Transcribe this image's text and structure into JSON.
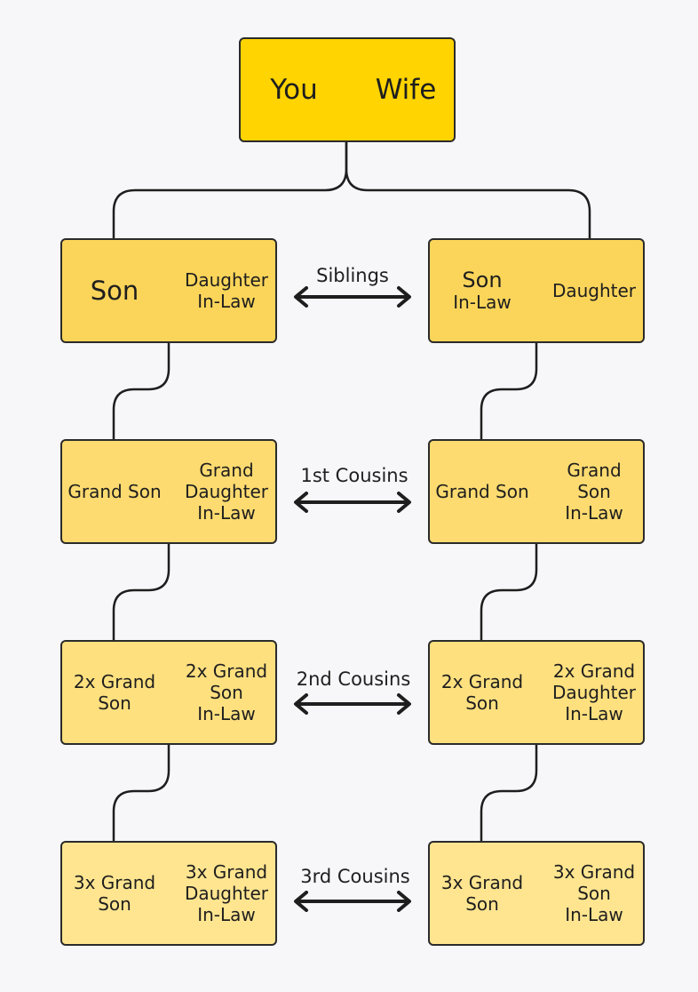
{
  "root": {
    "left": "You",
    "right": "Wife"
  },
  "left_column": [
    {
      "a": [
        "Son"
      ],
      "b": [
        "Daughter",
        "In-Law"
      ]
    },
    {
      "a": [
        "Grand Son"
      ],
      "b": [
        "Grand",
        "Daughter",
        "In-Law"
      ]
    },
    {
      "a": [
        "2x Grand",
        "Son"
      ],
      "b": [
        "2x Grand",
        "Son",
        "In-Law"
      ]
    },
    {
      "a": [
        "3x Grand",
        "Son"
      ],
      "b": [
        "3x Grand",
        "Daughter",
        "In-Law"
      ]
    }
  ],
  "right_column": [
    {
      "a": [
        "Son",
        "In-Law"
      ],
      "b": [
        "Daughter"
      ]
    },
    {
      "a": [
        "Grand Son"
      ],
      "b": [
        "Grand",
        "Son",
        "In-Law"
      ]
    },
    {
      "a": [
        "2x Grand",
        "Son"
      ],
      "b": [
        "2x Grand",
        "Daughter",
        "In-Law"
      ]
    },
    {
      "a": [
        "3x Grand",
        "Son"
      ],
      "b": [
        "3x Grand",
        "Son",
        "In-Law"
      ]
    }
  ],
  "relations": [
    "Siblings",
    "1st Cousins",
    "2nd Cousins",
    "3rd Cousins"
  ],
  "colors": {
    "root": "#ffd400",
    "level1": "#fbd55a",
    "level2": "#fddb70",
    "level3": "#fee07f",
    "level4": "#ffe590",
    "line": "#1e1e1e"
  }
}
